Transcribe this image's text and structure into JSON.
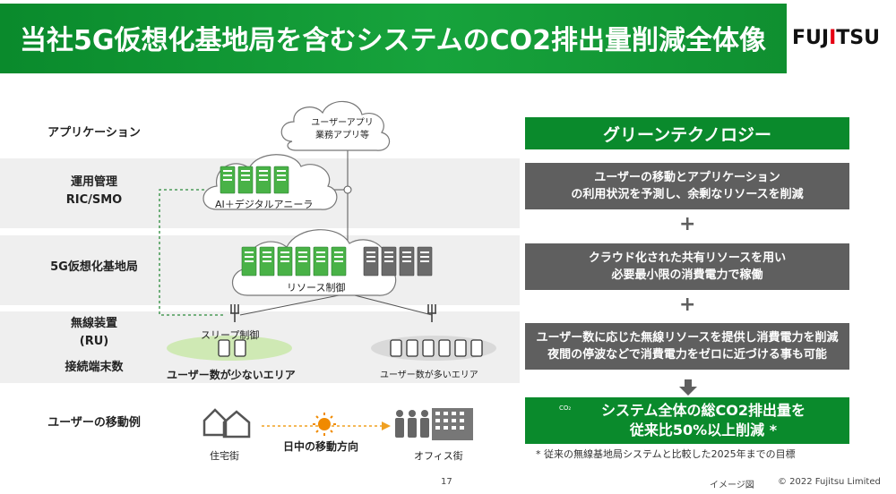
{
  "header": {
    "title": "当社5G仮想化基地局を含むシステムのCO2排出量削減全体像",
    "logo_fujitsu": "FUJITSU",
    "brand_green": "#0a8a2c",
    "logo_red": "#e60012"
  },
  "rows": {
    "application": "アプリケーション",
    "operation_line1": "運用管理",
    "operation_line2": "RIC/SMO",
    "vbase": "5G仮想化基地局",
    "radio_line1": "無線装置",
    "radio_line2": "(RU)",
    "terminals": "接続端末数",
    "movement": "ユーザーの移動例"
  },
  "diagram": {
    "cloud_app_line1": "ユーザーアプリ",
    "cloud_app_line2": "業務アプリ等",
    "cloud_ai": "AI＋デジタルアニーラ",
    "cloud_resource": "リソース制御",
    "sleep_control": "スリープ制御",
    "area_few": "ユーザー数が少ないエリア",
    "area_many": "ユーザー数が多いエリア",
    "residential": "住宅街",
    "daytime_direction": "日中の移動方向",
    "office": "オフィス街"
  },
  "right": {
    "green_tech": "グリーンテクノロジー",
    "box1_line1": "ユーザーの移動とアプリケーション",
    "box1_line2": "の利用状況を予測し、余剰なリソースを削減",
    "box2_line1": "クラウド化された共有リソースを用い",
    "box2_line2": "必要最小限の消費電力で稼働",
    "box3_line1": "ユーザー数に応じた無線リソースを提供し消費電力を削減",
    "box3_line2": "夜間の停波などで消費電力をゼロに近づける事も可能",
    "plus": "+",
    "result_line1": "システム全体の総CO2排出量を",
    "result_line2": "従来比50%以上削減 *",
    "co2_icon_label": "CO₂",
    "footnote": "* 従来の無線基地局システムと比較した2025年までの目標"
  },
  "footer": {
    "page": "17",
    "image_note": "イメージ図",
    "copyright": "© 2022 Fujitsu Limited"
  }
}
